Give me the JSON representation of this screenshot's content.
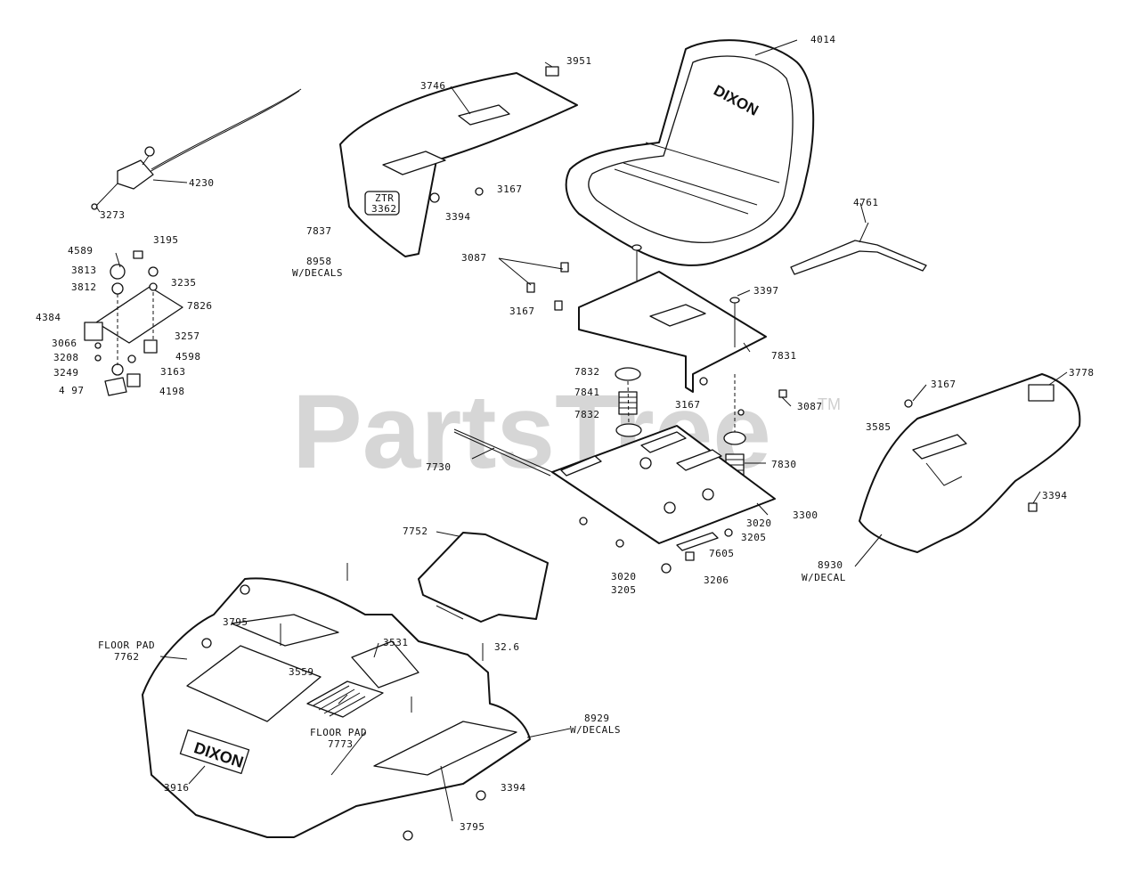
{
  "watermark": {
    "brand": "PartsTree",
    "trademark": "TM"
  },
  "brand_decals": {
    "seat": "DIXON",
    "front": "DIXON",
    "fender_small": "ZTR",
    "fender_model": "3362"
  },
  "callouts": {
    "c4230": "4230",
    "c3273": "3273",
    "c4589": "4589",
    "c3195": "3195",
    "c3813": "3813",
    "c3812": "3812",
    "c3235": "3235",
    "c7826": "7826",
    "c4384": "4384",
    "c3066": "3066",
    "c3257": "3257",
    "c3208": "3208",
    "c4598": "4598",
    "c3249": "3249",
    "c3163": "3163",
    "c4_97": "4 97",
    "c4198": "4198",
    "c3746": "3746",
    "c3951": "3951",
    "c3167a": "3167",
    "c3394a": "3394",
    "c7837": "7837",
    "c8958": "8958",
    "c8958b": "W/DECALS",
    "c4014": "4014",
    "c4761": "4761",
    "c3087a": "3087",
    "c3167b": "3167",
    "c3397": "3397",
    "c7831": "7831",
    "c7832a": "7832",
    "c7841": "7841",
    "c7832b": "7832",
    "c3167c": "3167",
    "c3087b": "3087",
    "c7730": "7730",
    "c7830": "7830",
    "c3300": "3300",
    "c3020a": "3020",
    "c3205a": "3205",
    "c7605": "7605",
    "c3020b": "3020",
    "c3205b": "3205",
    "c3206": "3206",
    "c3167d": "3167",
    "c3778": "3778",
    "c3585": "3585",
    "c3394b": "3394",
    "c8930": "8930",
    "c8930b": "W/DECAL",
    "c7752": "7752",
    "c3795a": "3795",
    "c3531": "3531",
    "c32_6": "32.6",
    "cfp1": "FLOOR PAD",
    "cfp1b": "7762",
    "c3559": "3559",
    "cfp2": "FLOOR PAD",
    "cfp2b": "7773",
    "c8929": "8929",
    "c8929b": "W/DECALS",
    "c3916": "3916",
    "c3394c": "3394",
    "c3795b": "3795"
  }
}
